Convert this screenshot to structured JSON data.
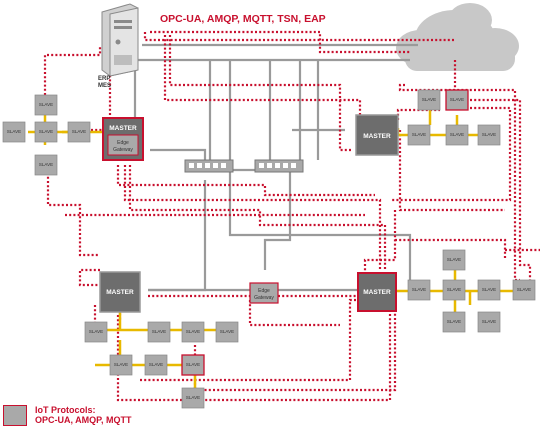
{
  "protocols_title": "OPC-UA, AMQP, MQTT, TSN, EAP",
  "erp": {
    "line1": "ERP",
    "line2": "MES"
  },
  "master_label": "MASTER",
  "slave_label": "SLAVE",
  "gateway": {
    "line1": "Edge",
    "line2": "Gateway"
  },
  "legend": {
    "line1": "IoT Protocols:",
    "line2": "OPC-UA, AMQP, MQTT"
  },
  "colors": {
    "accent_red": "#c8102e",
    "node_gray": "#a9a9a9",
    "master_dark": "#6d6d6d",
    "link_yellow": "#e8b900",
    "cable_gray": "#9a9a9a",
    "cloud": "#c8c8c8"
  }
}
